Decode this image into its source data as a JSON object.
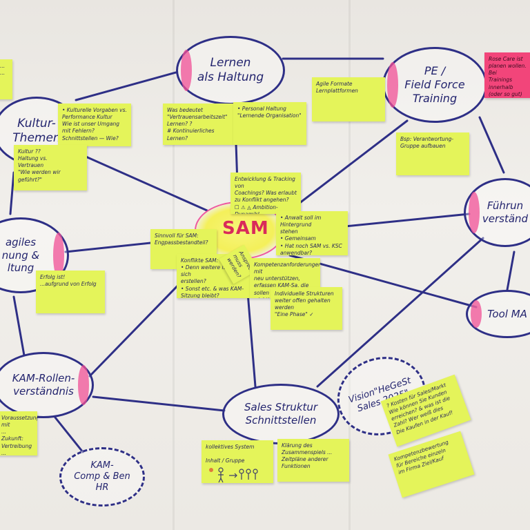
{
  "nodes": {
    "lernen": "Lernen\nals Haltung",
    "pe": "PE /\nField Force\nTraining",
    "kultur": "Kultur-\nThemen",
    "fuehrung": "Führun\nverständ",
    "agiles": "agiles\nnung &\nltung",
    "tool": "Tool MA",
    "kam_rollen": "KAM-Rollen-\nverständnis",
    "sales_struktur": "Sales Struktur\nSchnittstellen",
    "vision": "Vision\"HeGeSt\nSales 2025\"",
    "kam_comp": "KAM-\nComp & Ben\nHR",
    "sam": "SAM"
  },
  "notes": {
    "agile": "Agile Formate\nLernplattformen",
    "was_bedeutet": "Was bedeutet\n\"Vertrauensarbeitszeit\"\nLernen? ?\n# Kontinuierliches Lernen?",
    "personal": "• Personal Haltung\n\"Lernende Organisation\"",
    "kultur_top": "• Kulturelle Vorgaben vs.\nPerformance Kultur\nWie ist unser Umgang mit Fehlern?\nSchnittstellen — Wie?",
    "kultur_mid": "Kultur ??\nHaltung vs.\nVertrauen\n\"Wie werden wir geführt?\"",
    "pe_note": "Bsp: Verantwortung-\nGruppe aufbauen",
    "pink": "Rose Care ist\nplanen wollen. Bei\nTrainings innerhalb\n(oder so gut) voran",
    "entwicklung": "Entwicklung & Tracking von\nCoachings? Was erlaubt\nzu Konflikt angehen?\n☐ ⚠ ◬  Ambition-Dynamik!",
    "sinnvoll": "Sinnvoll für SAM:\nEngpassbestandteil?",
    "anwalt": "• Anwalt soll im Hintergrund\nstehen\n• Gemeinsam\n• Hat noch SAM vs. KSC\nanwendbar?",
    "konflikte": "Konflikte SAM:\n• Denn weitere ist er sich\nerstellen?\n• Sonst etc. & was KAM-\nSitzung bleibt?\n• Wie die Begleiter-\nhalten?",
    "ansprech": "Ansprechpartner\nmuss\nwerden?",
    "kompetenz": "Kompetenzanforderungen mit\nneu unterstützen,\nerfassen KAM-Sa, die sollen\nwichtig sind",
    "individuelle": "Individuelle Strukturen\nweiter offen gehalten werden\n\"Eine Phase\" ✓",
    "erfolg": "Erfolg ist!\n...aufgrund von Erfolg",
    "kam_left": "Voraussetzung mit\n...\nZukunft: Vertreibung\n...\nKAM-Rolle & Sales & KAM\n...",
    "kollektives": "kollektives System\n\nInhalt / Gruppe",
    "klarung": "Klärung des\nZusammenspiels ...\nZeitpläne anderer\nFunktionen",
    "kosten": "? Kosten für Sales/Markt\nWie können Sie Kunden\nerreichen? & was ist die\nZahl? Wer weiß dies\nDie Kaufen in der Kauf!",
    "kompetenz2": "Kompetenzbewertung\nfür Bereiche einzeln\nim Firma Ziel/Kauf",
    "left_top": "... ..."
  },
  "colors": {
    "ink": "#2e2f86",
    "note_yellow": "#e4f45a",
    "note_pink": "#f2457a",
    "highlight_pink": "#f0509a"
  }
}
